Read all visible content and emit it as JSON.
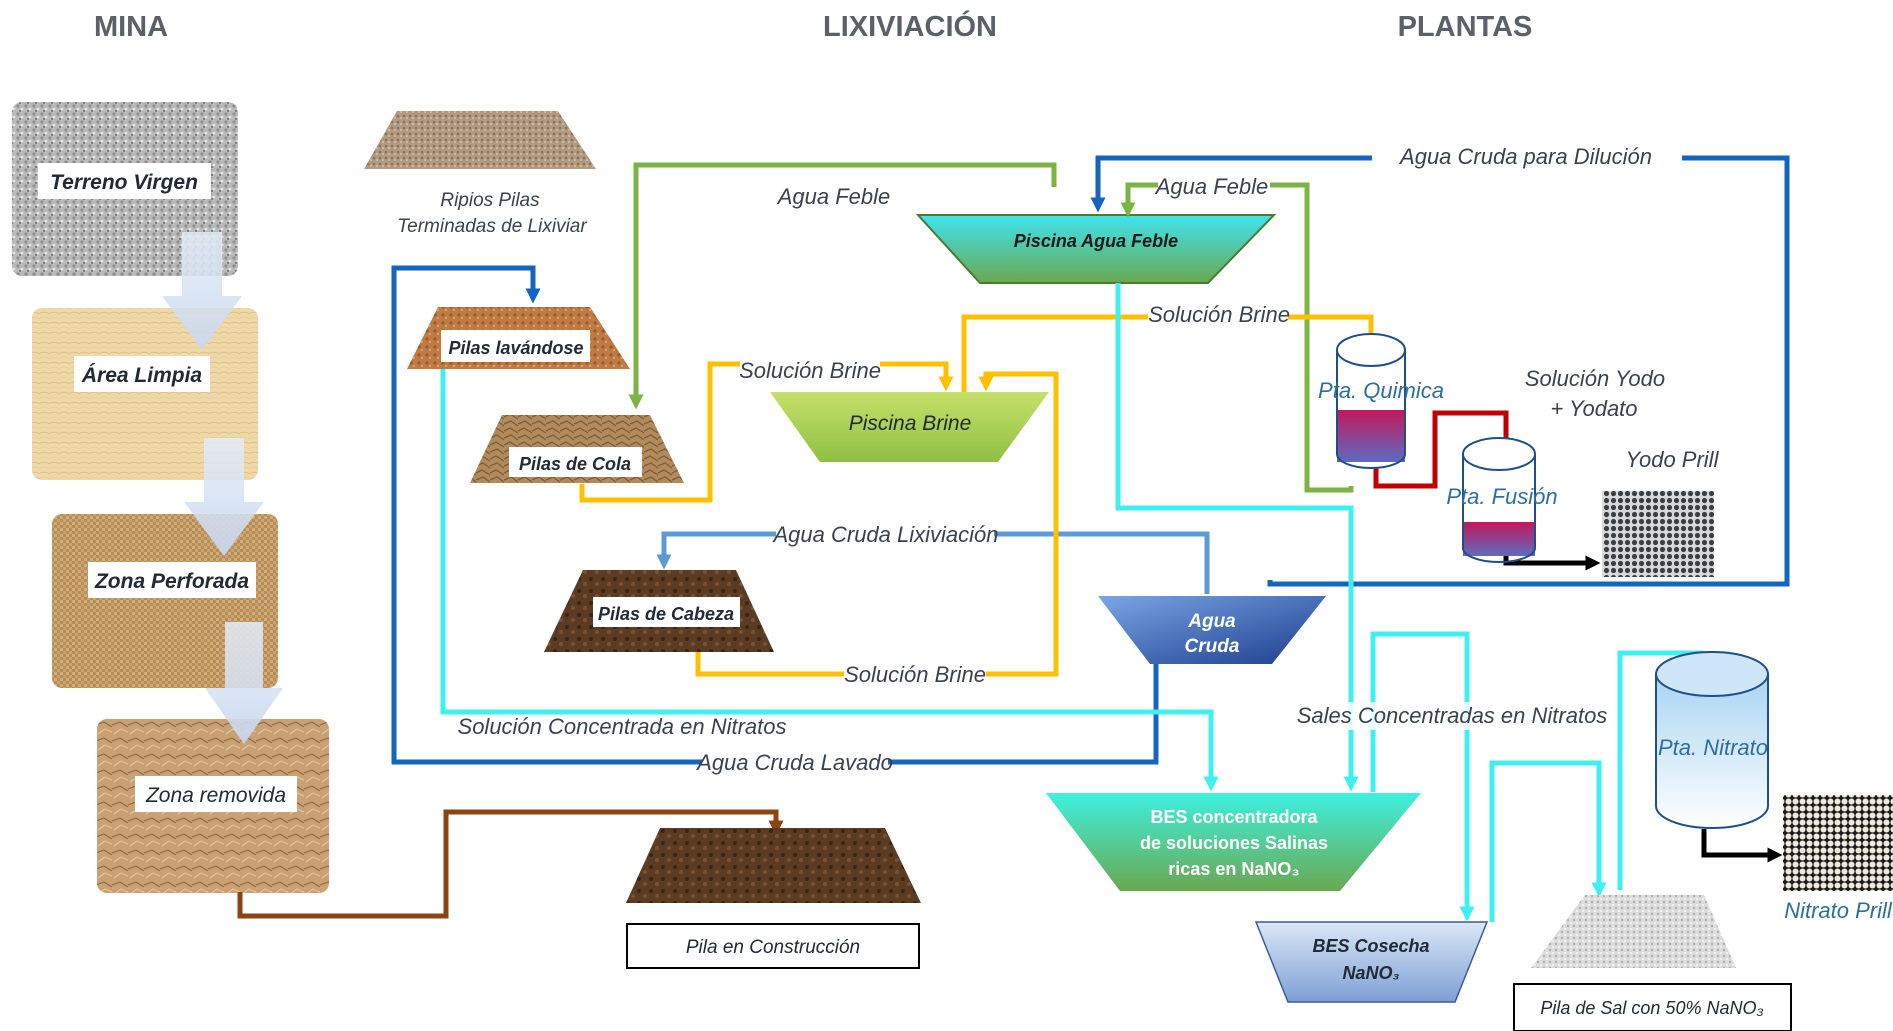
{
  "headers": {
    "mina": "MINA",
    "lixiviacion": "LIXIVIACIÓN",
    "plantas": "PLANTAS"
  },
  "mina": {
    "terreno_virgen": "Terreno Virgen",
    "area_limpia": "Área Limpia",
    "zona_perforada": "Zona Perforada",
    "zona_removida": "Zona removida"
  },
  "pilas": {
    "ripios_line1": "Ripios Pilas",
    "ripios_line2": "Terminadas de Lixiviar",
    "lavandose": "Pilas lavándose",
    "cola": "Pilas de Cola",
    "cabeza": "Pilas de Cabeza",
    "construccion": "Pila en Construcción"
  },
  "piscinas": {
    "agua_feble": "Piscina Agua Feble",
    "brine": "Piscina Brine",
    "agua_cruda_1": "Agua",
    "agua_cruda_2": "Cruda",
    "bes_1": "BES concentradora",
    "bes_2": "de soluciones Salinas",
    "bes_3": "ricas en NaNO₃",
    "cosecha_1": "BES Cosecha",
    "cosecha_2": "NaNO₃"
  },
  "flows": {
    "agua_feble_left": "Agua Feble",
    "agua_feble_right": "Agua Feble",
    "agua_cruda_dilucion": "Agua Cruda para  Dilución",
    "solucion_brine_top": "Solución Brine",
    "solucion_brine_mid": "Solución Brine",
    "solucion_brine_bottom": "Solución Brine",
    "agua_cruda_lixiviacion": "Agua Cruda Lixiviación",
    "solucion_concentrada": "Solución Concentrada en Nitratos",
    "agua_cruda_lavado": "Agua Cruda Lavado",
    "sales_concentradas": "Sales Concentradas en Nitratos",
    "solucion_yodo_1": "Solución Yodo",
    "solucion_yodo_2": "+ Yodato"
  },
  "plantas": {
    "quimica": "Pta. Quimica",
    "fusion": "Pta. Fusión",
    "nitrato": "Pta. Nitrato",
    "yodo_prill": "Yodo Prill",
    "nitrato_prill": "Nitrato Prill",
    "pila_sal": "Pila de Sal con 50% NaNO₃"
  },
  "colors": {
    "agua_feble": "#7cb342",
    "agua_cruda": "#1565c0",
    "solucion_brine": "#ffc000",
    "concentrada": "#3ef0f0",
    "agua_lixiviacion": "#5b9bd5",
    "solucion_yodo": "#c00000",
    "construccion": "#8b4513"
  }
}
